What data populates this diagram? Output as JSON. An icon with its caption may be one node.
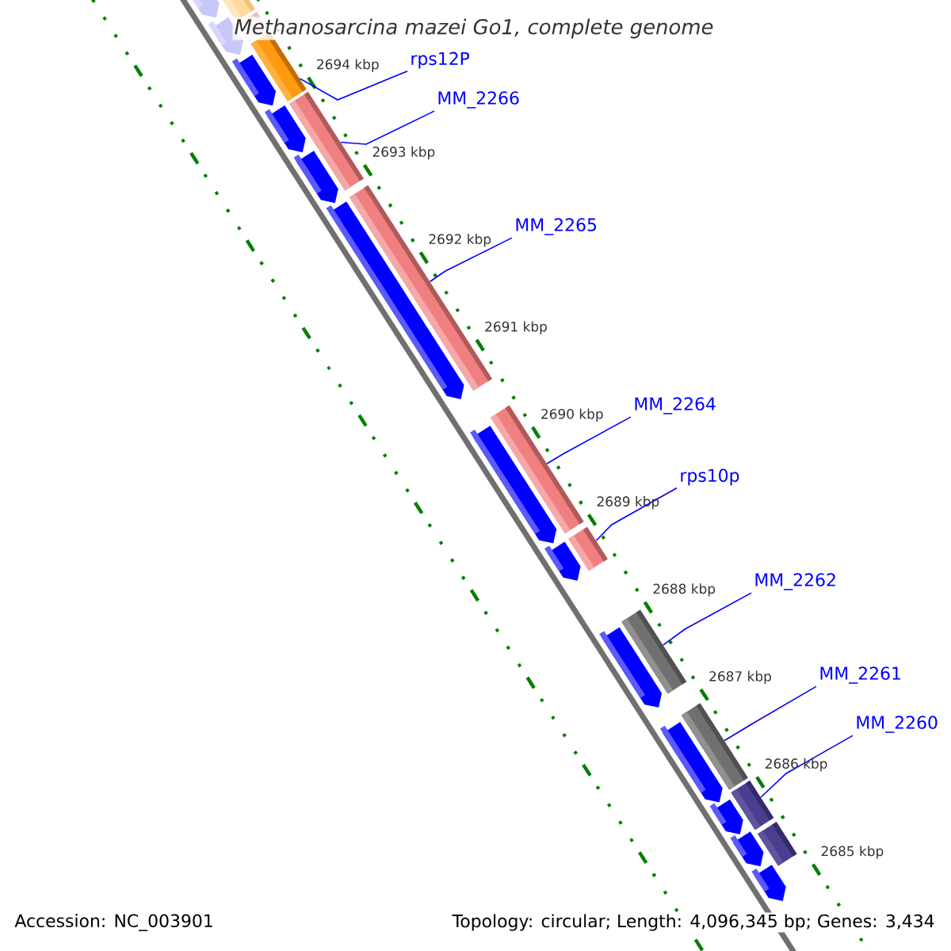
{
  "diagram": {
    "title": "Methanosarcina mazei Go1, complete genome",
    "nodes": [
      {
        "text": [
          "rps12P"
        ]
      },
      {
        "text": [
          "MM_2266"
        ]
      },
      {
        "text": [
          "MM_2265"
        ]
      },
      {
        "text": [
          "MM_2264"
        ]
      },
      {
        "text": [
          "rps10p"
        ]
      },
      {
        "text": [
          "MM_2262"
        ]
      },
      {
        "text": [
          "MM_2261"
        ]
      },
      {
        "text": [
          "MM_2260"
        ]
      },
      {
        "text": [],
        "shape": "arrow"
      },
      {
        "text": [],
        "shape": "bar"
      },
      {
        "text": [],
        "shape": "bar"
      },
      {
        "text": [],
        "shape": "arrow"
      },
      {
        "text": [],
        "shape": "bar"
      },
      {
        "text": [],
        "shape": "arrow"
      },
      {
        "text": [],
        "shape": "arrow"
      },
      {
        "text": [],
        "shape": "bar"
      },
      {
        "text": [],
        "shape": "arrow"
      },
      {
        "text": [],
        "shape": "arrow"
      },
      {
        "text": [],
        "shape": "bar"
      },
      {
        "text": [],
        "shape": "bar"
      },
      {
        "text": [],
        "shape": "arrow"
      },
      {
        "text": [],
        "shape": "arrow"
      },
      {
        "text": [],
        "shape": "bar"
      },
      {
        "text": [],
        "shape": "arrow"
      },
      {
        "text": [],
        "shape": "bar"
      },
      {
        "text": [],
        "shape": "arrow"
      },
      {
        "text": [],
        "shape": "bar"
      },
      {
        "text": [],
        "shape": "arrow"
      },
      {
        "text": [],
        "shape": "bar"
      },
      {
        "text": [],
        "shape": "arrow"
      },
      {
        "text": [],
        "shape": "bar"
      },
      {
        "text": [],
        "shape": "arrow"
      }
    ],
    "edges": [
      {
        "from": 0,
        "to": 12,
        "arrow": "none"
      },
      {
        "from": 1,
        "to": 15,
        "arrow": "none"
      },
      {
        "from": 2,
        "to": 18,
        "arrow": "none"
      },
      {
        "from": 3,
        "to": 19,
        "arrow": "none"
      },
      {
        "from": 4,
        "to": 22,
        "arrow": "none"
      },
      {
        "from": 5,
        "to": 24,
        "arrow": "none"
      },
      {
        "from": 6,
        "to": 26,
        "arrow": "none"
      },
      {
        "from": 7,
        "to": 28,
        "arrow": "none"
      }
    ],
    "labels": [
      "2694 kbp",
      "2693 kbp",
      "2692 kbp",
      "2691 kbp",
      "2690 kbp",
      "2689 kbp",
      "2688 kbp",
      "2687 kbp",
      "2686 kbp",
      "2685 kbp",
      "Accession: NC_003901",
      "Topology: circular; Length: 4,096,345 bp; Genes: 3,434"
    ]
  }
}
